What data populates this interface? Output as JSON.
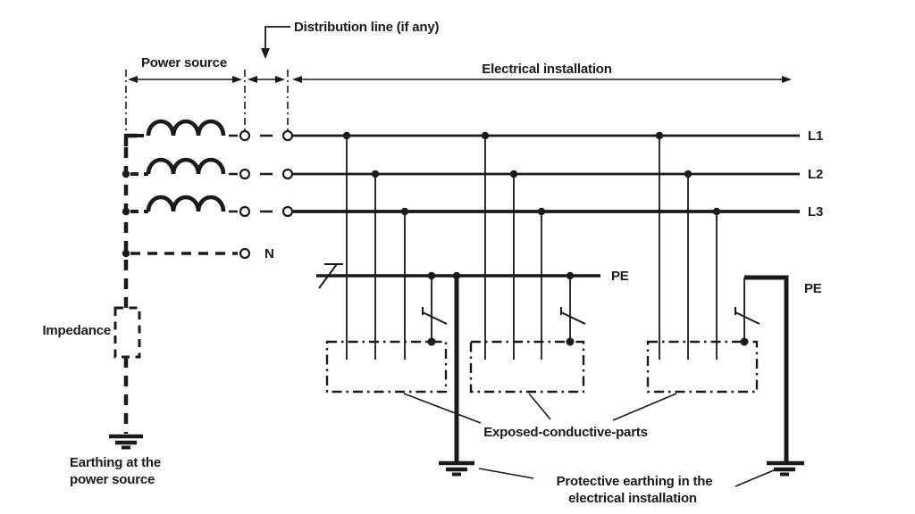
{
  "figure": {
    "type": "electrical-earthing-system-schematic",
    "regions": {
      "power_source": "Power source",
      "distribution_line": "Distribution line (if any)",
      "electrical_installation": "Electrical installation"
    },
    "conductors": {
      "l1": "L1",
      "l2": "L2",
      "l3": "L3",
      "neutral": "N",
      "pe_bus": "PE",
      "pe_right": "PE"
    },
    "components": {
      "impedance": "Impedance",
      "earthing_source_line1": "Earthing at the",
      "earthing_source_line2": "power source",
      "exposed_parts": "Exposed-conductive-parts",
      "protective_earthing_line1": "Protective earthing in the",
      "protective_earthing_line2": "electrical installation"
    },
    "colors": {
      "ink": "#1a1a1a",
      "background": "#ffffff"
    }
  }
}
